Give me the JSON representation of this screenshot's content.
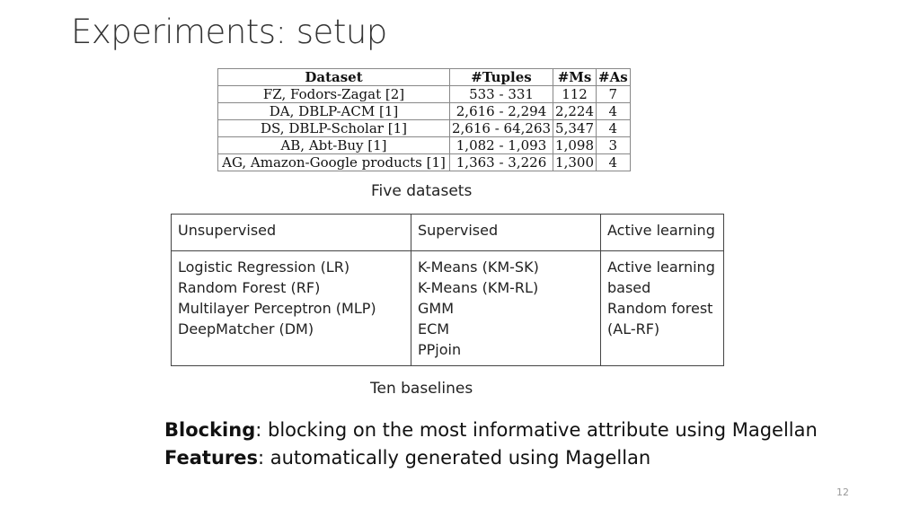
{
  "title": "Experiments: setup",
  "datasets_table": {
    "headers": [
      "Dataset",
      "#Tuples",
      "#Ms",
      "#As"
    ],
    "rows": [
      [
        "FZ, Fodors-Zagat [2]",
        "533 - 331",
        "112",
        "7"
      ],
      [
        "DA, DBLP-ACM [1]",
        "2,616 - 2,294",
        "2,224",
        "4"
      ],
      [
        "DS, DBLP-Scholar [1]",
        "2,616 - 64,263",
        "5,347",
        "4"
      ],
      [
        "AB, Abt-Buy [1]",
        "1,082 - 1,093",
        "1,098",
        "3"
      ],
      [
        "AG, Amazon-Google products [1]",
        "1,363 - 3,226",
        "1,300",
        "4"
      ]
    ],
    "caption": "Five datasets"
  },
  "baselines_table": {
    "headers": [
      "Unsupervised",
      "Supervised",
      "Active learning"
    ],
    "columns": [
      [
        "Logistic Regression (LR)",
        "Random Forest (RF)",
        "Multilayer Perceptron (MLP)",
        "DeepMatcher (DM)"
      ],
      [
        "K-Means (KM-SK)",
        "K-Means (KM-RL)",
        "GMM",
        "ECM",
        "PPjoin"
      ],
      [
        "Active learning",
        "based",
        "Random forest",
        "(AL-RF)"
      ]
    ],
    "caption": "Ten baselines"
  },
  "notes": [
    {
      "label": "Blocking",
      "text": ": blocking on the most informative attribute using Magellan"
    },
    {
      "label": "Features",
      "text": ": automatically generated using Magellan"
    }
  ],
  "page_number": "12"
}
